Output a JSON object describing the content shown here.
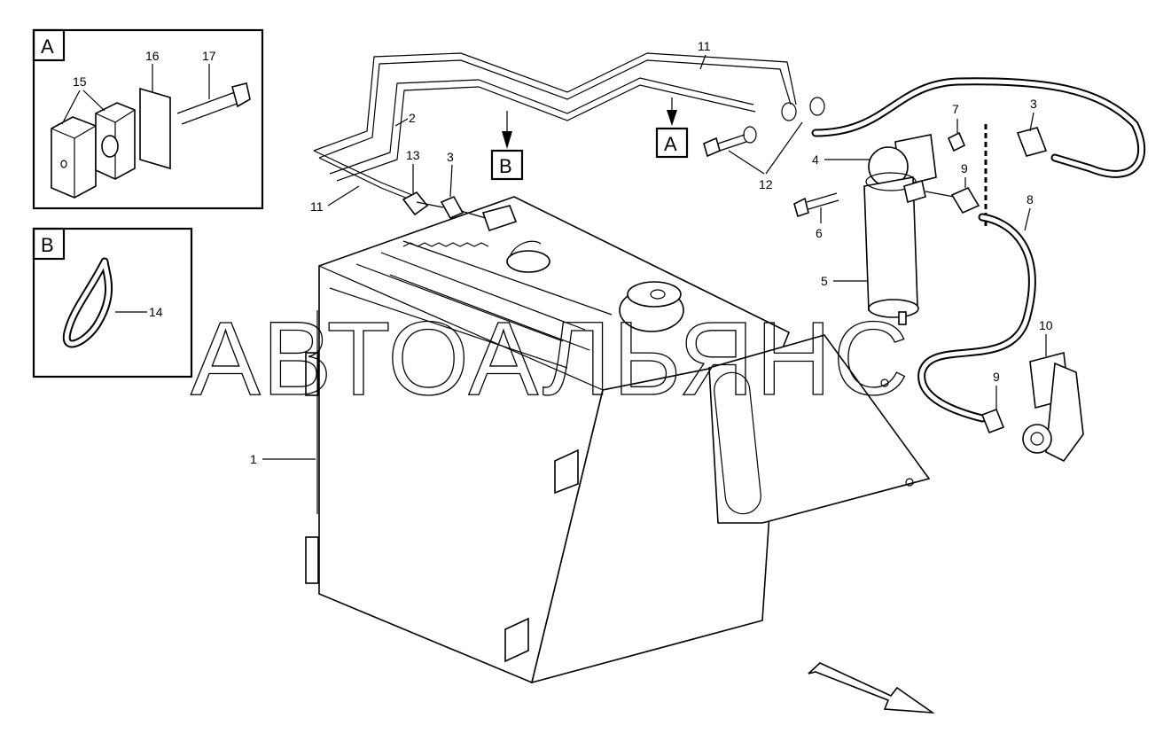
{
  "diagram": {
    "watermark": "АВТОАЛЬЯНС",
    "detail_boxes": [
      {
        "id": "A",
        "label": "A"
      },
      {
        "id": "B",
        "label": "B"
      }
    ],
    "view_markers": [
      {
        "id": "A",
        "label": "A"
      },
      {
        "id": "B",
        "label": "B"
      }
    ],
    "callouts": [
      "1",
      "2",
      "3",
      "3",
      "4",
      "5",
      "6",
      "7",
      "8",
      "9",
      "9",
      "10",
      "11",
      "11",
      "12",
      "13",
      "14",
      "15",
      "16",
      "17"
    ]
  }
}
